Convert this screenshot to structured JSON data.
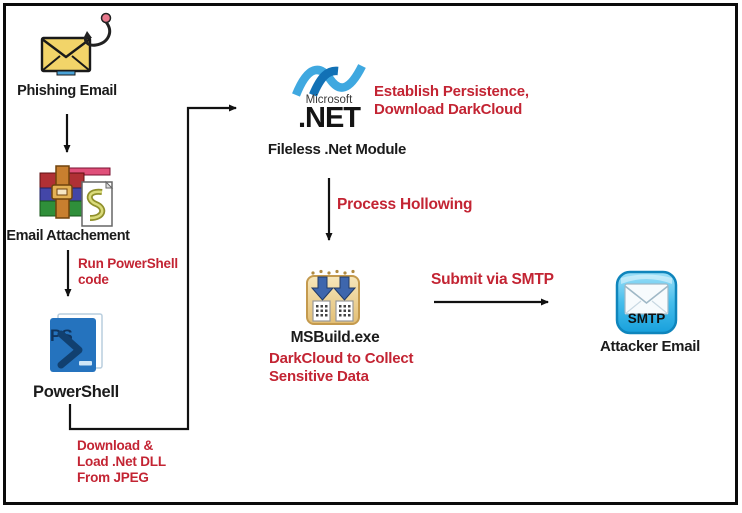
{
  "diagram_title": "DarkCloud infection chain diagram",
  "colors": {
    "accent_red": "#c32433",
    "text_black": "#1b1b1b",
    "arrow_black": "#111111",
    "powershell_blue": "#2573be",
    "dotnet_blue_light": "#3fa8e0",
    "dotnet_blue_dark": "#1271b5",
    "smtp_blue": "#18a0dc",
    "msbuild_tan": "#eecf8c",
    "envelope_yellow": "#f2d469"
  },
  "nodes": {
    "phishing": {
      "label": "Phishing Email",
      "icon": "phishing-email-icon"
    },
    "attachment": {
      "label": "Email Attachement",
      "icon": "winrar-script-icon"
    },
    "powershell": {
      "label": "PowerShell",
      "icon": "powershell-icon",
      "badge": "PS"
    },
    "fileless_net": {
      "label": "Fileless .Net Module",
      "icon": "dotnet-logo-icon",
      "brand_top": "Microsoft",
      "brand_main": ".NET"
    },
    "msbuild": {
      "label": "MSBuild.exe",
      "icon": "msbuild-icon"
    },
    "attacker": {
      "label": "Attacker Email",
      "icon": "smtp-icon",
      "badge": "SMTP"
    }
  },
  "edges": {
    "run_powershell": "Run PowerShell\ncode",
    "download_dll": "Download &\nLoad .Net DLL\nFrom JPEG",
    "establish_persistence": "Establish Persistence,\nDownload DarkCloud",
    "process_hollowing": "Process Hollowing",
    "collect_data": "DarkCloud to Collect\nSensitive Data",
    "submit_smtp": "Submit via SMTP"
  }
}
